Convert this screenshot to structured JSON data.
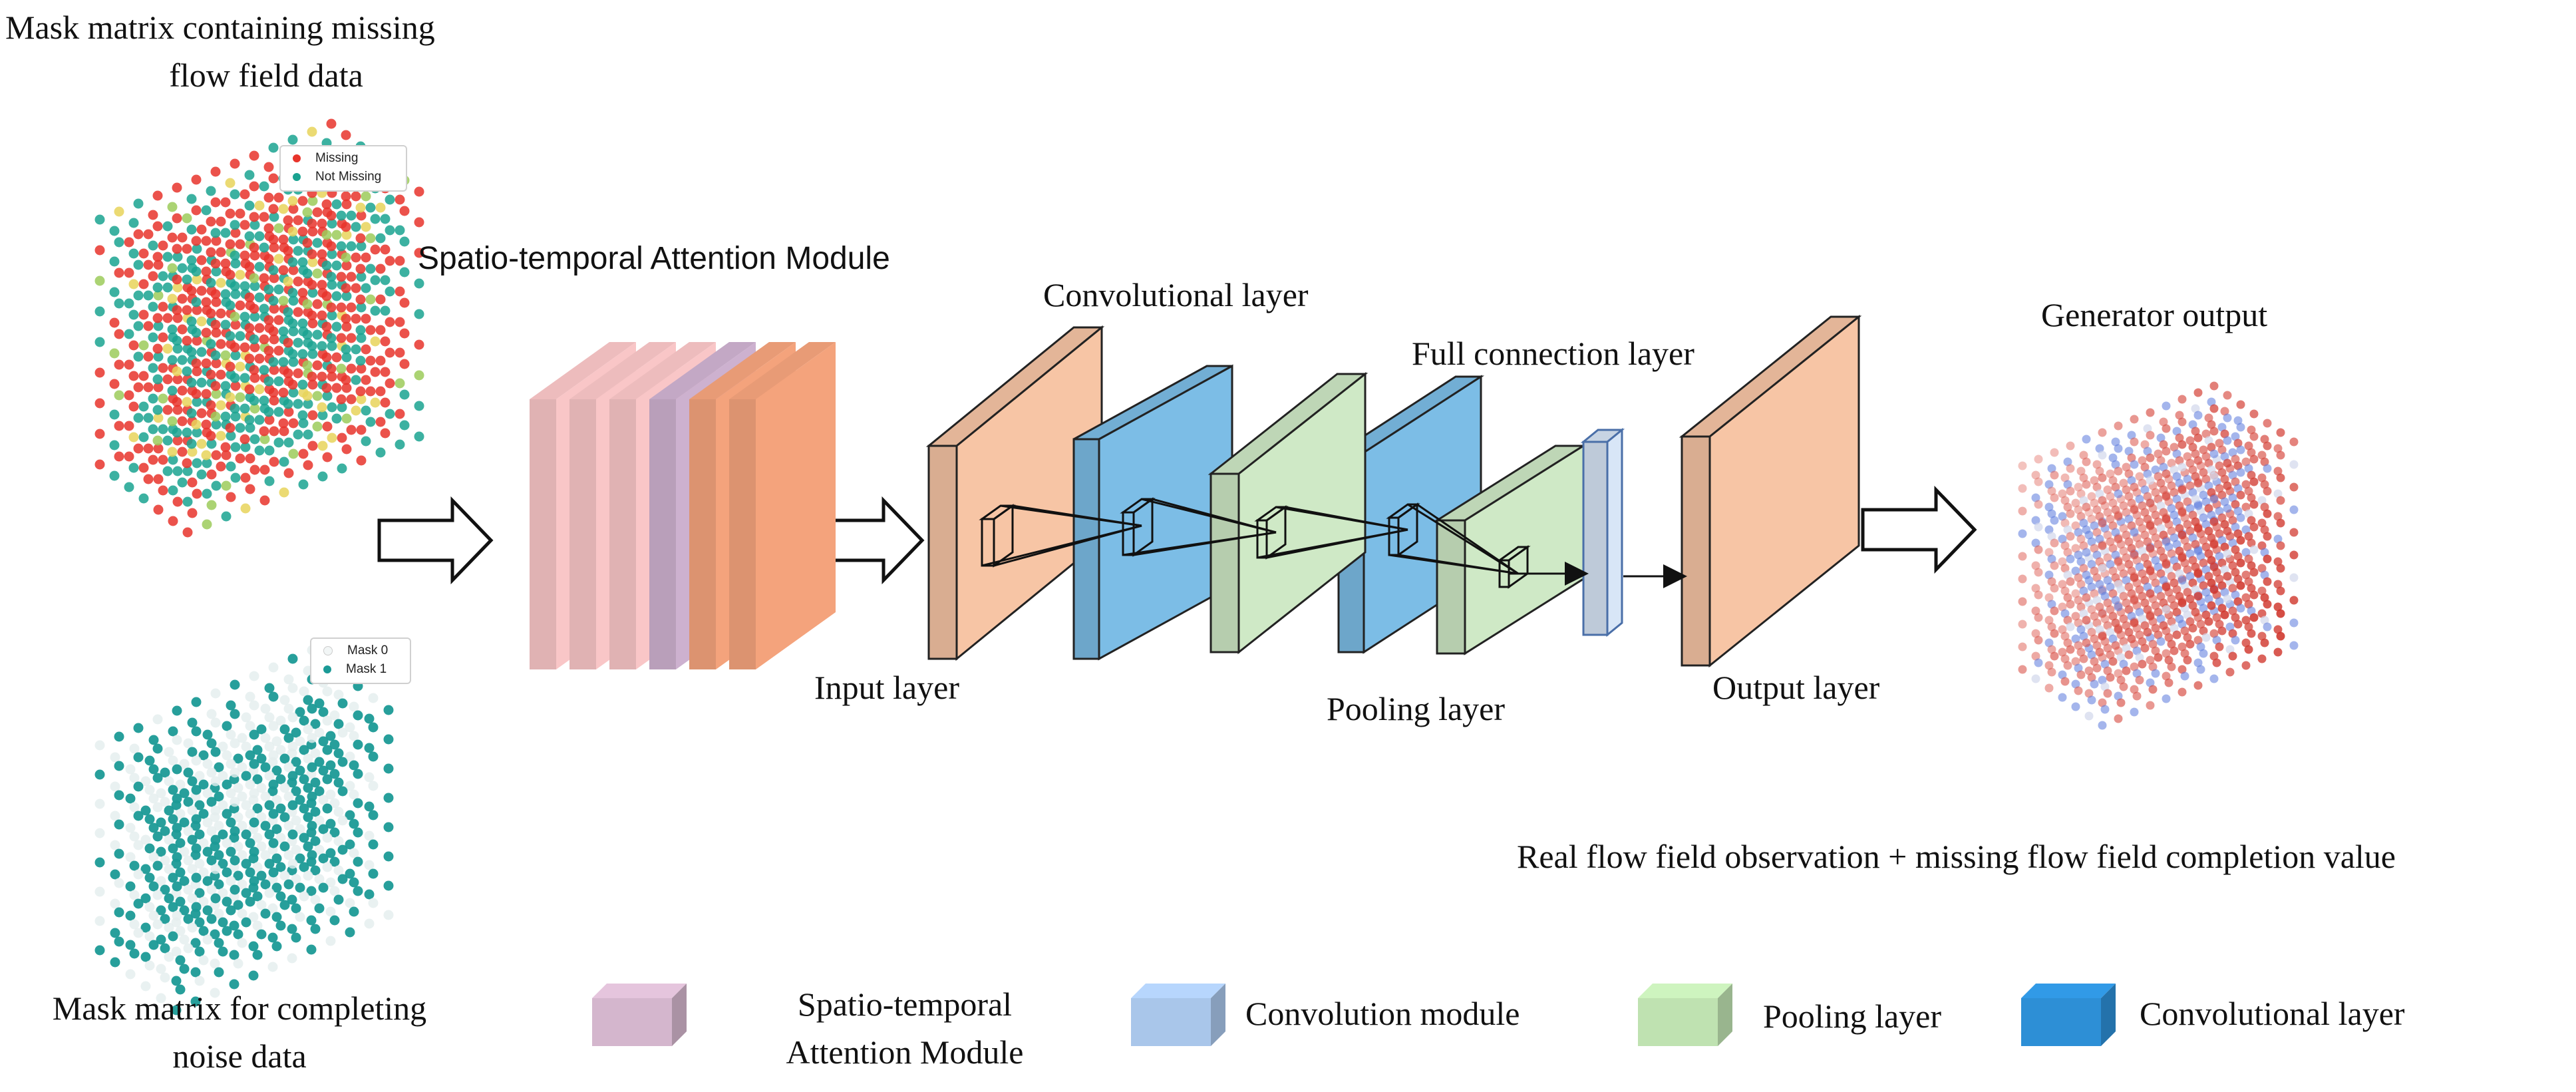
{
  "labels": {
    "mask_missing_title": [
      "Mask matrix containing missing",
      "flow field data"
    ],
    "attention_module": "Spatio-temporal  Attention Module",
    "conv_layer": "Convolutional layer",
    "full_connection": "Full connection layer",
    "generator_output": "Generator output",
    "input_layer": "Input layer",
    "pooling_layer": "Pooling layer",
    "output_layer": "Output layer",
    "real_flow": "Real flow field observation + missing flow field completion value",
    "mask_noise_title": [
      "Mask matrix for completing",
      "noise data"
    ]
  },
  "top_cube_legend": {
    "missing": "Missing",
    "not_missing": "Not Missing"
  },
  "bottom_cube_legend": {
    "mask0": "Mask 0",
    "mask1": "Mask 1"
  },
  "legend": [
    {
      "label": [
        "Spatio-temporal",
        "Attention Module"
      ],
      "color": "#d4b6cd"
    },
    {
      "label": [
        "Convolution module"
      ],
      "color": "#a9c6ea"
    },
    {
      "label": [
        "Pooling layer"
      ],
      "color": "#bfe2b1"
    },
    {
      "label": [
        "Convolutional layer"
      ],
      "color": "#2d8fd6"
    }
  ],
  "colors": {
    "orange": "#f7c5a5",
    "blue": "#7cbde6",
    "green": "#cfe9c6",
    "attention_pink": "#f9c6c7",
    "attention_purple": "#cdb1cf",
    "attention_orange": "#f4a37c",
    "missing": "#e8342b",
    "not_missing": "#1aa391",
    "mask1": "#1b9a96"
  }
}
